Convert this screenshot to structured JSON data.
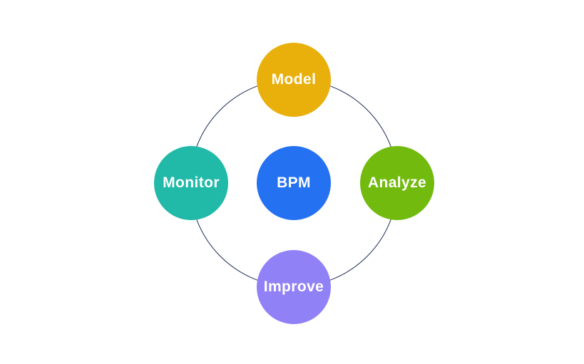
{
  "diagram": {
    "background_color": "#ffffff",
    "ring_color": "#1f2c55",
    "label_text_color": "#ffffff",
    "center": {
      "label": "BPM",
      "color": "#2471f2"
    },
    "nodes": [
      {
        "label": "Model",
        "position": "top",
        "color": "#e9b00b"
      },
      {
        "label": "Analyze",
        "position": "right",
        "color": "#72bb0e"
      },
      {
        "label": "Improve",
        "position": "bottom",
        "color": "#9181f6"
      },
      {
        "label": "Monitor",
        "position": "left",
        "color": "#21b9a8"
      }
    ]
  }
}
